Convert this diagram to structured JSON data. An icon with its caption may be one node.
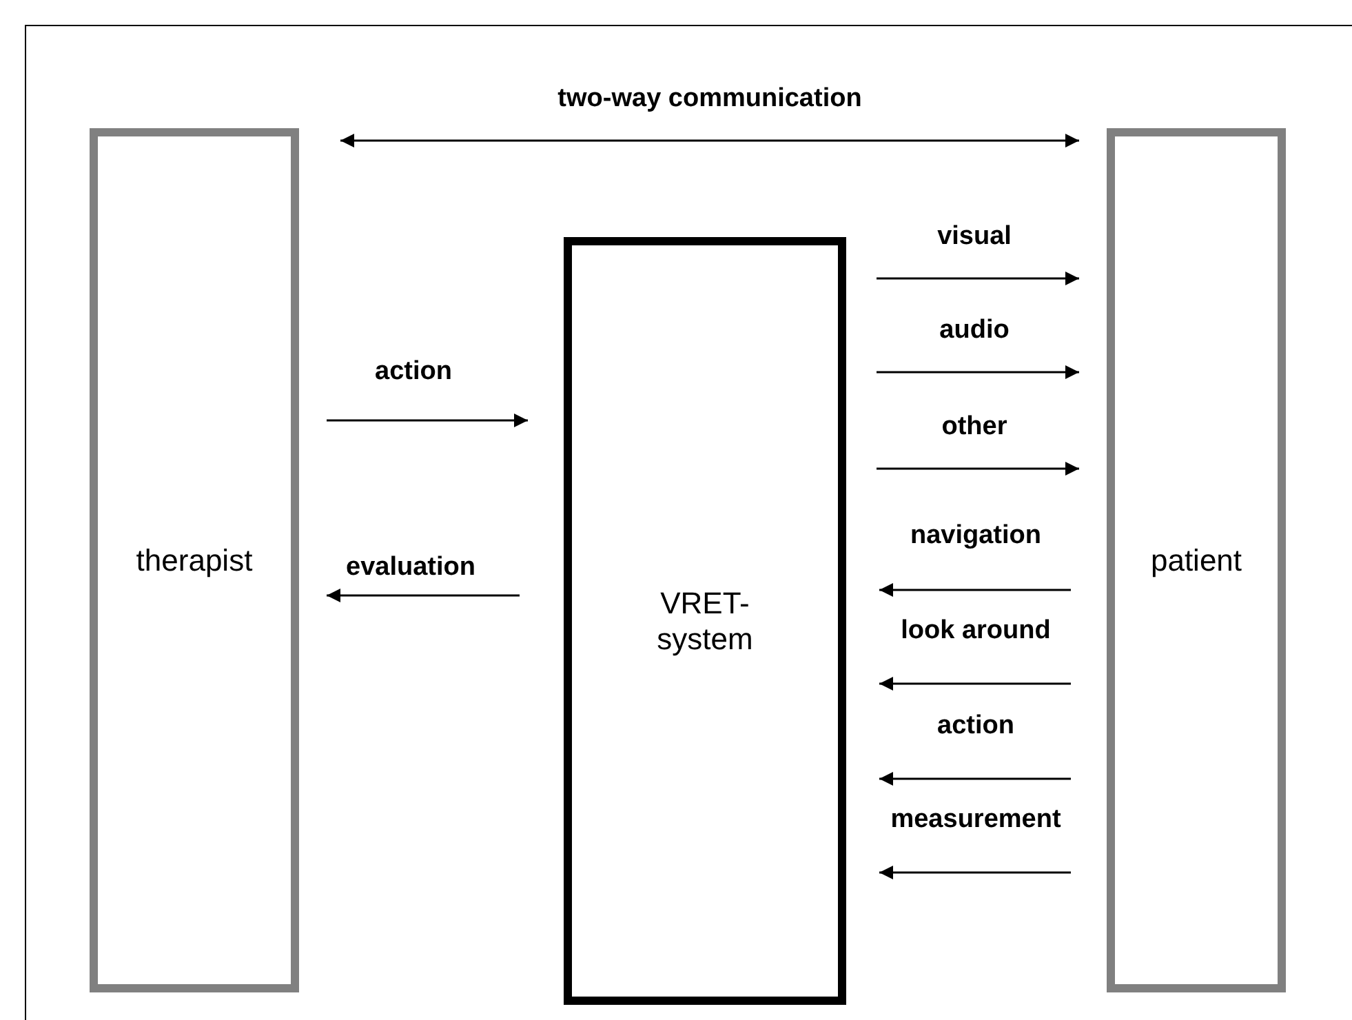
{
  "diagram": {
    "nodes": [
      {
        "text": [
          "therapist"
        ]
      },
      {
        "text": [
          "VRET- system"
        ]
      },
      {
        "text": [
          "patient"
        ]
      }
    ],
    "edges": [
      {
        "from": 0,
        "to": 2,
        "arrow": "both",
        "label": "two-way communication"
      },
      {
        "from": 0,
        "to": 1,
        "arrow": "to",
        "label": "action"
      },
      {
        "from": 1,
        "to": 0,
        "arrow": "to",
        "label": "evaluation"
      },
      {
        "from": 1,
        "to": 2,
        "arrow": "to",
        "label": "visual"
      },
      {
        "from": 1,
        "to": 2,
        "arrow": "to",
        "label": "audio"
      },
      {
        "from": 1,
        "to": 2,
        "arrow": "to",
        "label": "other"
      },
      {
        "from": 2,
        "to": 1,
        "arrow": "to",
        "label": "navigation"
      },
      {
        "from": 2,
        "to": 1,
        "arrow": "to",
        "label": "look around"
      },
      {
        "from": 2,
        "to": 1,
        "arrow": "to",
        "label": "action"
      },
      {
        "from": 2,
        "to": 1,
        "arrow": "to",
        "label": "measurement"
      }
    ]
  }
}
